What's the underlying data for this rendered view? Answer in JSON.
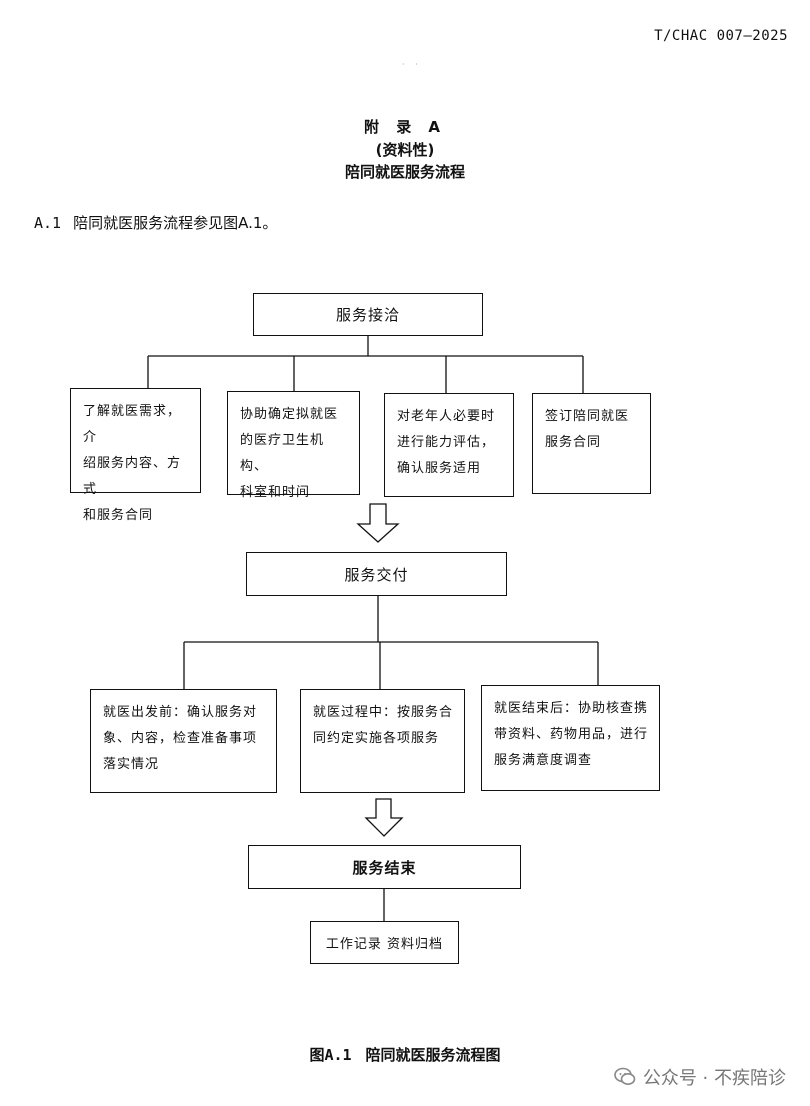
{
  "header": {
    "doc_code": "T/CHAC 007—2025",
    "dots": "· ·"
  },
  "appendix": {
    "title": "附 录 A",
    "type": "(资料性)",
    "name": "陪同就医服务流程"
  },
  "section": {
    "number": "A.1",
    "text": "陪同就医服务流程参见图A.1。"
  },
  "flow": {
    "stage1": {
      "label": "服务接洽",
      "items": [
        [
          "了解就医需求，介",
          "绍服务内容、方式",
          "和服务合同"
        ],
        [
          "协助确定拟就医",
          "的医疗卫生机构、",
          "科室和时间"
        ],
        [
          "对老年人必要时",
          "进行能力评估，",
          "确认服务适用"
        ],
        [
          "签订陪同就医",
          "服务合同"
        ]
      ]
    },
    "stage2": {
      "label": "服务交付",
      "items": [
        [
          "就医出发前：确认服务对",
          "象、内容，检查准备事项",
          "落实情况"
        ],
        [
          "就医过程中：按服务合",
          "同约定实施各项服务"
        ],
        [
          "就医结束后：协助核查携",
          "带资料、药物用品，进行",
          "服务满意度调查"
        ]
      ]
    },
    "stage3": {
      "label": "服务结束",
      "items": [
        [
          "工作记录 资料归档"
        ]
      ]
    }
  },
  "caption": {
    "number": "图A.1",
    "text": "陪同就医服务流程图"
  },
  "watermark": {
    "text": "公众号 · 不疾陪诊",
    "icon": "wechat-icon"
  }
}
